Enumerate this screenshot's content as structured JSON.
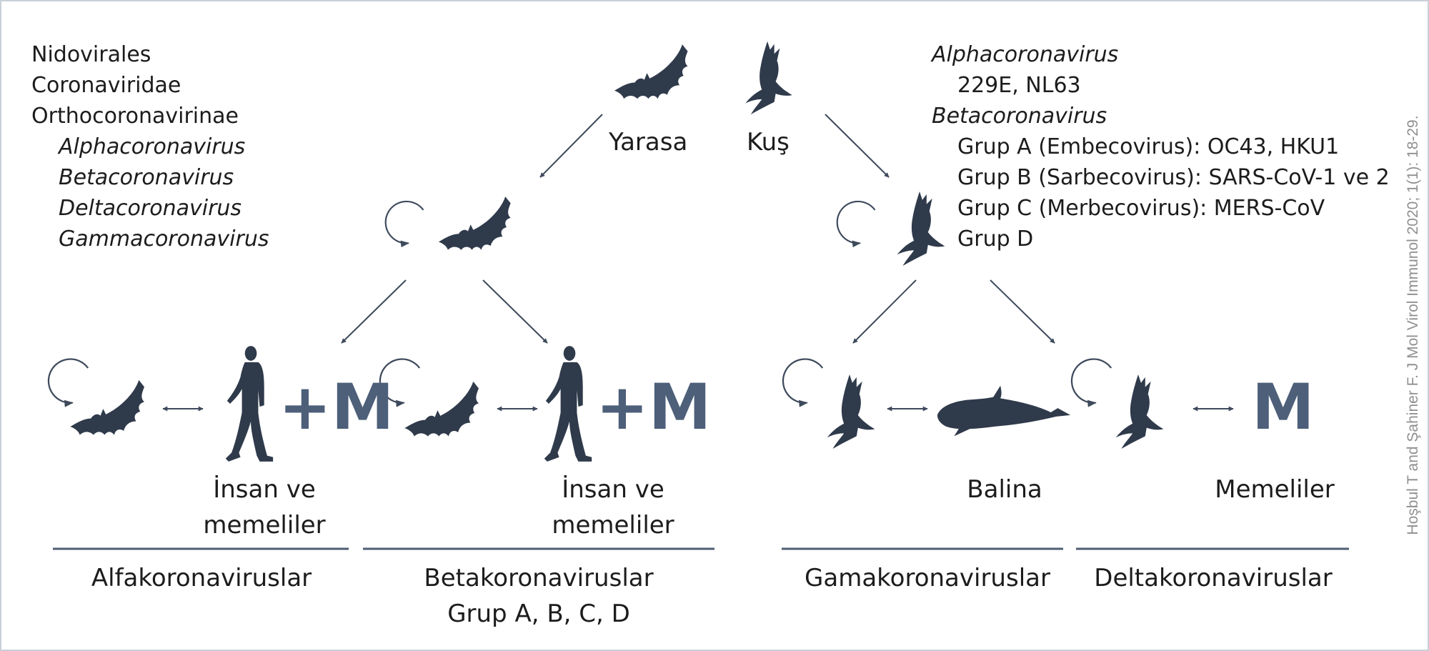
{
  "taxonomy": {
    "lines": [
      "Nidovirales",
      "Coronaviridae",
      "Orthocoronavirinae"
    ],
    "genera": [
      "Alphacoronavirus",
      "Betacoronavirus",
      "Deltacoronavirus",
      "Gammacoronavirus"
    ]
  },
  "right_panel": {
    "alpha_title": "Alphacoronavirus",
    "alpha_members": "229E, NL63",
    "beta_title": "Betacoronavirus",
    "beta_groups": [
      "Grup A (Embecovirus): OC43, HKU1",
      "Grup B (Sarbecovirus): SARS-CoV-1 ve 2",
      "Grup C (Merbecovirus): MERS-CoV",
      "Grup D"
    ]
  },
  "sources": {
    "bat": "Yarasa",
    "bird": "Kuş"
  },
  "hosts": {
    "human1": [
      "İnsan ve",
      "memeliler"
    ],
    "human2": [
      "İnsan ve",
      "memeliler"
    ],
    "whale": "Balina",
    "mammals": "Memeliler"
  },
  "markers": {
    "plus_m": "+M",
    "m": "M"
  },
  "groups": {
    "alfa": "Alfakoronaviruslar",
    "beta": [
      "Betakoronaviruslar",
      "Grup A, B, C, D"
    ],
    "gama": "Gamakoronaviruslar",
    "delta": "Deltakoronaviruslar"
  },
  "citation": "Hoşbul T and Şahiner F. J Mol Virol Immunol 2020; 1(1): 18-29.",
  "colors": {
    "icon": "#2f3a4b",
    "arrow": "#3e4a5c",
    "m_letter": "#4d5f79",
    "rule": "#4e5d71"
  }
}
